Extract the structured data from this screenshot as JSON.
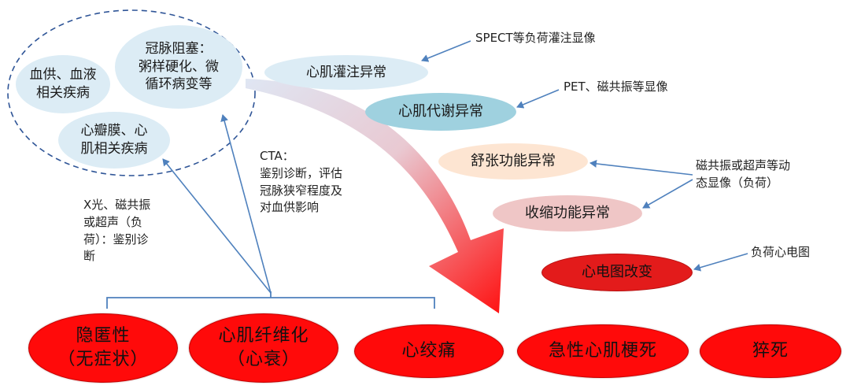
{
  "causes": {
    "blood": [
      "血供、血液",
      "相关疾病"
    ],
    "coronary": [
      "冠脉阻塞：",
      "粥样硬化、微",
      "循环病变等"
    ],
    "valve": [
      "心瓣膜、心",
      "肌相关疾病"
    ]
  },
  "abnormalities": {
    "perfusion": "心肌灌注异常",
    "metabolism": "心肌代谢异常",
    "diastolic": "舒张功能异常",
    "systolic": "收缩功能异常",
    "ecg": "心电图改变"
  },
  "methods": {
    "spect": "SPECT等负荷灌注显像",
    "pet": "PET、磁共振等显像",
    "dynamic": [
      "磁共振或超声等动",
      "态显像（负荷）"
    ],
    "stress_ecg": "负荷心电图",
    "cta": [
      "CTA：",
      "鉴别诊断，评估",
      "冠脉狭窄程度及",
      "对血供影响"
    ],
    "xray": [
      "X光、磁共振",
      "或超声（负",
      "荷）：鉴别诊",
      "断"
    ]
  },
  "outcomes": [
    [
      "隐匿性",
      "（无症状）"
    ],
    [
      "心肌纤维化",
      "（心衰）"
    ],
    [
      "心绞痛"
    ],
    [
      "急性心肌梗死"
    ],
    [
      "猝死"
    ]
  ],
  "colors": {
    "outcome_red": "#ff0a0a",
    "arrow_blue": "#4f81bd",
    "pale_blue": "#dcecf5",
    "teal": "#9fd1df",
    "peach": "#fde5d2",
    "pink": "#efc6c6"
  }
}
